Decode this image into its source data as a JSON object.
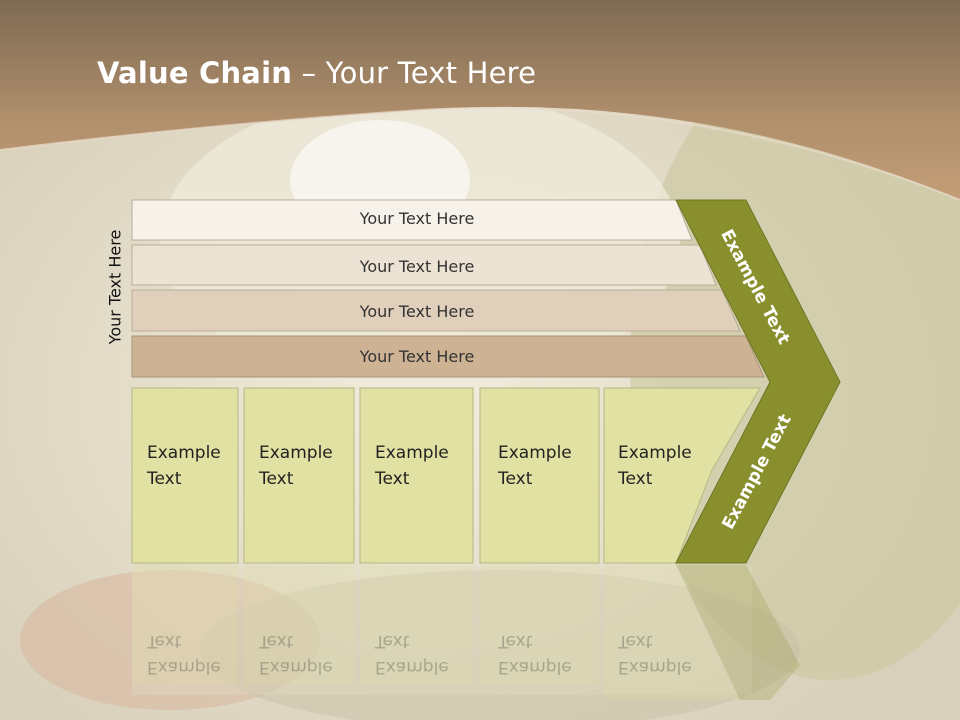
{
  "slide": {
    "title_bold": "Value Chain",
    "title_rest": " – Your Text Here",
    "side_label": "Your Text Here",
    "bars": [
      {
        "label": "Your Text Here"
      },
      {
        "label": "Your Text Here"
      },
      {
        "label": "Your Text Here"
      },
      {
        "label": "Your Text Here"
      }
    ],
    "cells": [
      {
        "text": "Example\nText"
      },
      {
        "text": "Example\nText"
      },
      {
        "text": "Example\nText"
      },
      {
        "text": "Example\nText"
      },
      {
        "text": "Example\nText"
      }
    ],
    "chevron_top_label": "Example Text",
    "chevron_bottom_label": "Example Text"
  },
  "colors": {
    "header_brown": "#b08a64",
    "bar1": "#f6f2ea",
    "bar2": "#ede3d4",
    "bar3": "#e0d0bb",
    "bar4": "#cdb293",
    "cell": "#e0e1a2",
    "chevron": "#8a8f2e"
  }
}
